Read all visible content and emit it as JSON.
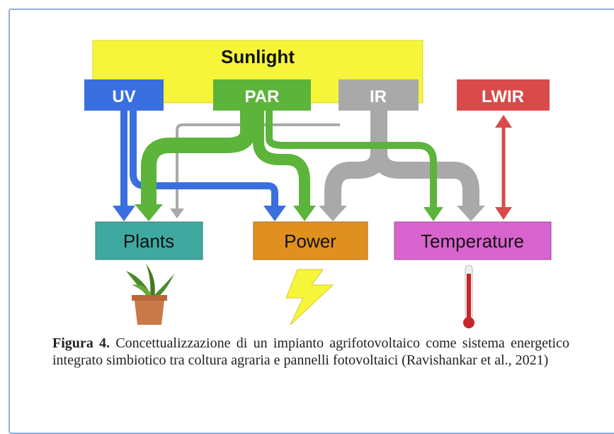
{
  "diagram": {
    "sunlight": {
      "label": "Sunlight",
      "color": "#f6f53a"
    },
    "sources": [
      {
        "id": "uv",
        "label": "UV",
        "color": "#3a6fe0"
      },
      {
        "id": "par",
        "label": "PAR",
        "color": "#5cb43a"
      },
      {
        "id": "ir",
        "label": "IR",
        "color": "#a9a9a9"
      },
      {
        "id": "lwir",
        "label": "LWIR",
        "color": "#d94a4a"
      }
    ],
    "targets": [
      {
        "id": "plants",
        "label": "Plants",
        "color": "#3fa9a0"
      },
      {
        "id": "power",
        "label": "Power",
        "color": "#e0901e"
      },
      {
        "id": "temperature",
        "label": "Temperature",
        "color": "#d964cf"
      }
    ],
    "icons": [
      "potted-plant-icon",
      "lightning-bolt-icon",
      "thermometer-icon"
    ]
  },
  "caption": {
    "label": "Figura 4.",
    "text": "Concettualizzazione di un impianto agrifotovoltaico come sistema energetico integrato simbiotico tra coltura agraria e pannelli fotovoltaici (Ravishankar et al., 2021)"
  }
}
